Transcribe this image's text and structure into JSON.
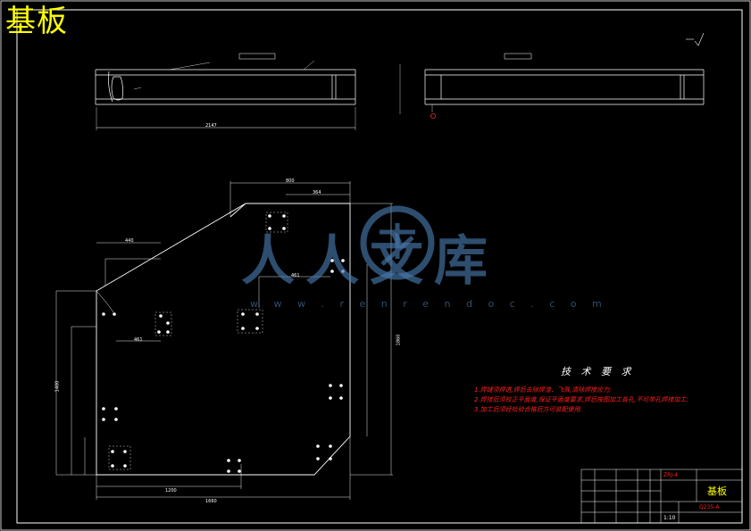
{
  "drawing": {
    "title": "基板",
    "tech_requirements_title": "技 术 要 求",
    "tech_notes": [
      "1.焊缝须焊透,焊后去除焊渣、飞溅,清除焊接应力;",
      "2.焊接后须校正平面度,保证平面度要求,焊后按图加工各孔,不可带孔焊接加工;",
      "3.加工后须经检验合格后方可装配使用."
    ],
    "dim_top_length": "2147",
    "dim_bottom_width": "1660",
    "dim_bottom_inner": "1200",
    "dim_top_width": "800",
    "dim_top_inner": "364",
    "dim_upper_left": "440",
    "dim_right_height": "1860",
    "dim_left_height": "1400",
    "dim_inner": "461",
    "dim_inner2": "461"
  },
  "watermark": {
    "text": "人人文库",
    "url": "w w w . r e n r e n d o c . c o m"
  },
  "title_block": {
    "part_name": "基板",
    "drawing_no": "ZRJ-4",
    "material": "Q235-A",
    "scale": "1:10"
  },
  "colors": {
    "background": "#000000",
    "line": "#ffffff",
    "title": "#ffff00",
    "notes": "#ff2020",
    "watermark": "#4678aa"
  }
}
